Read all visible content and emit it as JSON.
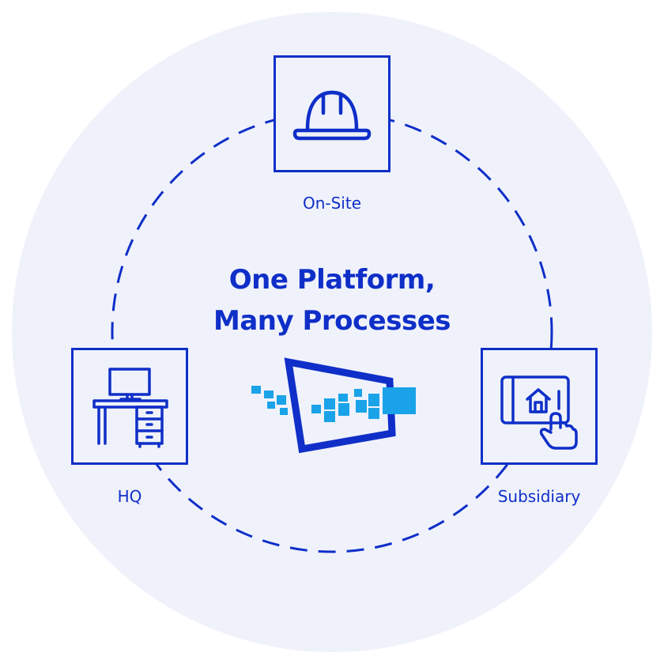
{
  "headline": {
    "line1": "One Platform,",
    "line2": "Many Processes"
  },
  "nodes": [
    {
      "id": "on-site",
      "label": "On-Site",
      "icon": "hard-hat-icon"
    },
    {
      "id": "hq",
      "label": "HQ",
      "icon": "desk-computer-icon"
    },
    {
      "id": "subsidiary",
      "label": "Subsidiary",
      "icon": "tablet-home-icon"
    }
  ],
  "logo": {
    "icon": "platform-logo-icon"
  },
  "colors": {
    "primary": "#0f2fc8",
    "accent": "#1aa3e8",
    "background": "#eff2fb"
  }
}
